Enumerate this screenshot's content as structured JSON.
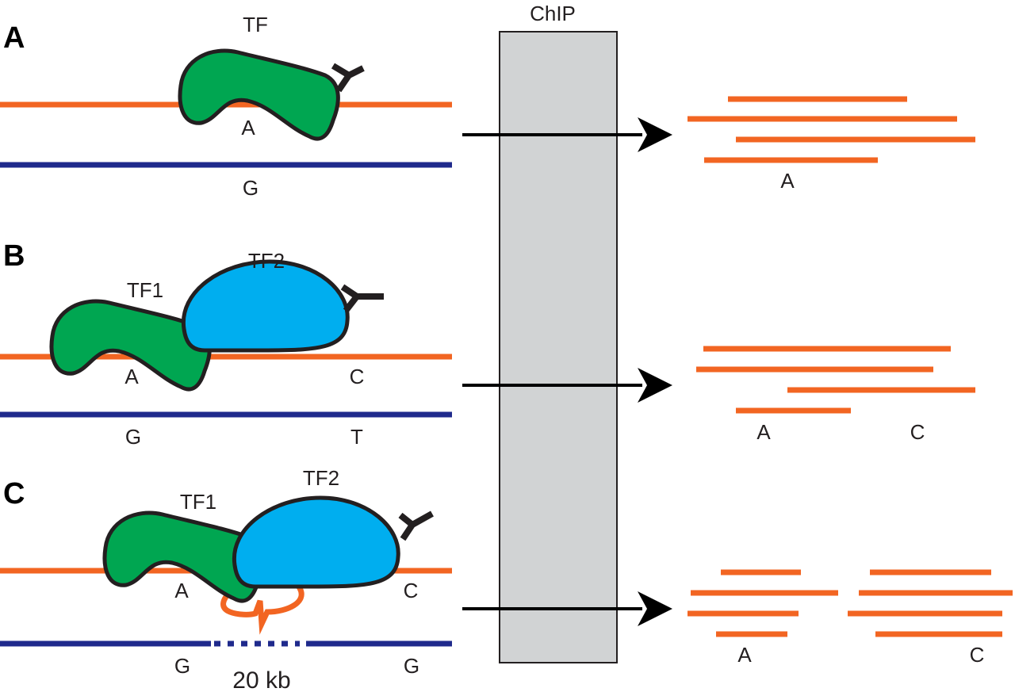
{
  "colors": {
    "read_strand": "#f26522",
    "other_allele": "#1f2a8c",
    "tf1": "#00a651",
    "tf2": "#00aeef",
    "chip_box": "#d1d3d4"
  },
  "chip_label": "ChIP",
  "panels": [
    {
      "letter": "A",
      "tf_labels": [
        "TF"
      ],
      "allele_top": [
        "A"
      ],
      "allele_bottom": [
        "G"
      ],
      "fragment_labels": [
        "A"
      ]
    },
    {
      "letter": "B",
      "tf_labels": [
        "TF1",
        "TF2"
      ],
      "allele_top": [
        "A",
        "C"
      ],
      "allele_bottom": [
        "G",
        "T"
      ],
      "fragment_labels": [
        "A",
        "C"
      ]
    },
    {
      "letter": "C",
      "tf_labels": [
        "TF1",
        "TF2"
      ],
      "allele_top": [
        "A",
        "C"
      ],
      "allele_bottom": [
        "G",
        "G"
      ],
      "distance_label": "20 kb",
      "fragment_labels": [
        "A",
        "C"
      ]
    }
  ]
}
